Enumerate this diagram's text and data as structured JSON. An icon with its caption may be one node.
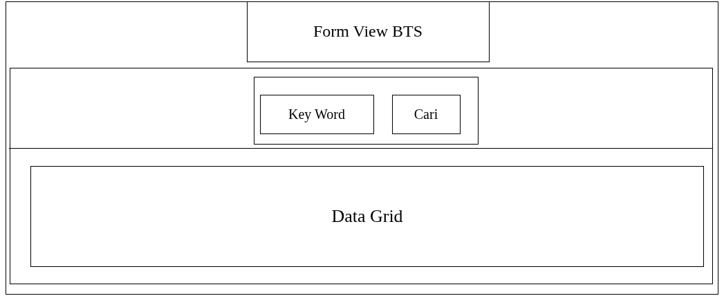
{
  "diagram": {
    "nodes": [
      {
        "text": [],
        "shape": "box"
      },
      {
        "text": [
          "Form View BTS"
        ],
        "in": 0
      },
      {
        "text": [],
        "shape": "box",
        "in": 0
      },
      {
        "text": [],
        "shape": "box",
        "in": 2
      },
      {
        "text": [
          "Key Word"
        ],
        "in": 3
      },
      {
        "text": [
          "Cari"
        ],
        "in": 3
      },
      {
        "text": [
          "Data Grid"
        ],
        "in": 2
      }
    ]
  }
}
